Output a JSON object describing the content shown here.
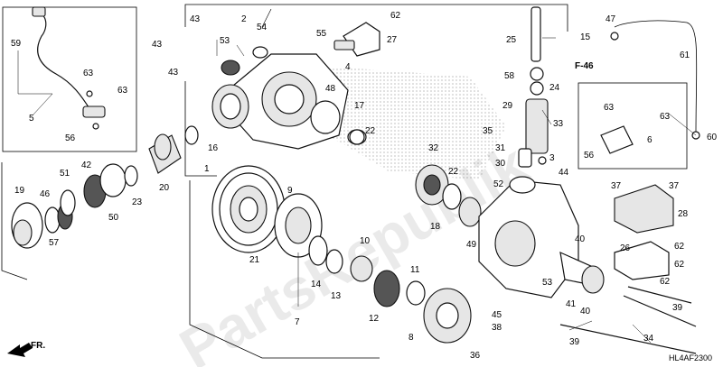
{
  "watermark": "PartsRepublik",
  "diagram_code": "HL4AF2300",
  "front_label": "FR.",
  "ref_label": "F-46",
  "callouts": {
    "c1": "1",
    "c2": "2",
    "c3": "3",
    "c4": "4",
    "c5": "5",
    "c6": "6",
    "c7": "7",
    "c8": "8",
    "c9": "9",
    "c10": "10",
    "c11": "11",
    "c12": "12",
    "c13": "13",
    "c14": "14",
    "c15": "15",
    "c16": "16",
    "c17": "17",
    "c18": "18",
    "c19": "19",
    "c20": "20",
    "c21": "21",
    "c22a": "22",
    "c22b": "22",
    "c23": "23",
    "c24": "24",
    "c25": "25",
    "c26": "26",
    "c27": "27",
    "c28": "28",
    "c29": "29",
    "c30": "30",
    "c31": "31",
    "c32": "32",
    "c33": "33",
    "c34": "34",
    "c35": "35",
    "c36": "36",
    "c37a": "37",
    "c37b": "37",
    "c38": "38",
    "c39a": "39",
    "c39b": "39",
    "c40a": "40",
    "c40b": "40",
    "c41": "41",
    "c42": "42",
    "c43a": "43",
    "c43b": "43",
    "c43c": "43",
    "c44": "44",
    "c45": "45",
    "c46": "46",
    "c47": "47",
    "c48": "48",
    "c49": "49",
    "c50": "50",
    "c51": "51",
    "c52": "52",
    "c53a": "53",
    "c53b": "53",
    "c54": "54",
    "c55": "55",
    "c56a": "56",
    "c56b": "56",
    "c57": "57",
    "c58": "58",
    "c59": "59",
    "c60": "60",
    "c61": "61",
    "c62a": "62",
    "c62b": "62",
    "c62c": "62",
    "c63a": "63",
    "c63b": "63",
    "c63c": "63",
    "c63d": "63"
  }
}
